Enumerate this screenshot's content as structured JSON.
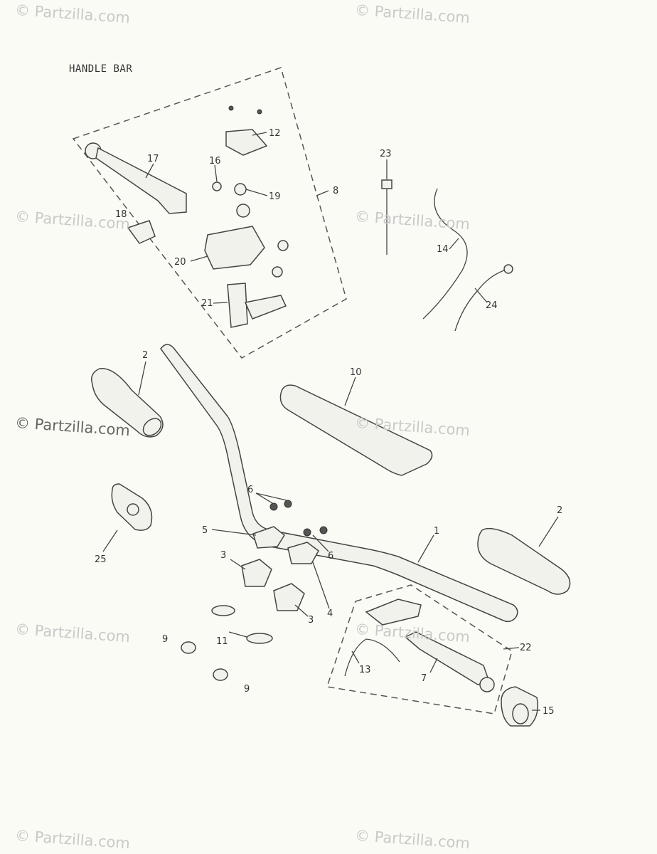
{
  "title": "HANDLE BAR",
  "watermark": "© Partzilla.com",
  "callouts": {
    "c1": "1",
    "c2a": "2",
    "c2b": "2",
    "c3a": "3",
    "c3b": "3",
    "c4": "4",
    "c5": "5",
    "c6a": "6",
    "c6b": "6",
    "c7": "7",
    "c8": "8",
    "c9a": "9",
    "c9b": "9",
    "c10": "10",
    "c11": "11",
    "c12": "12",
    "c13": "13",
    "c14": "14",
    "c15": "15",
    "c16": "16",
    "c17": "17",
    "c18": "18",
    "c19": "19",
    "c20": "20",
    "c21": "21",
    "c22": "22",
    "c23": "23",
    "c24": "24",
    "c25": "25"
  }
}
